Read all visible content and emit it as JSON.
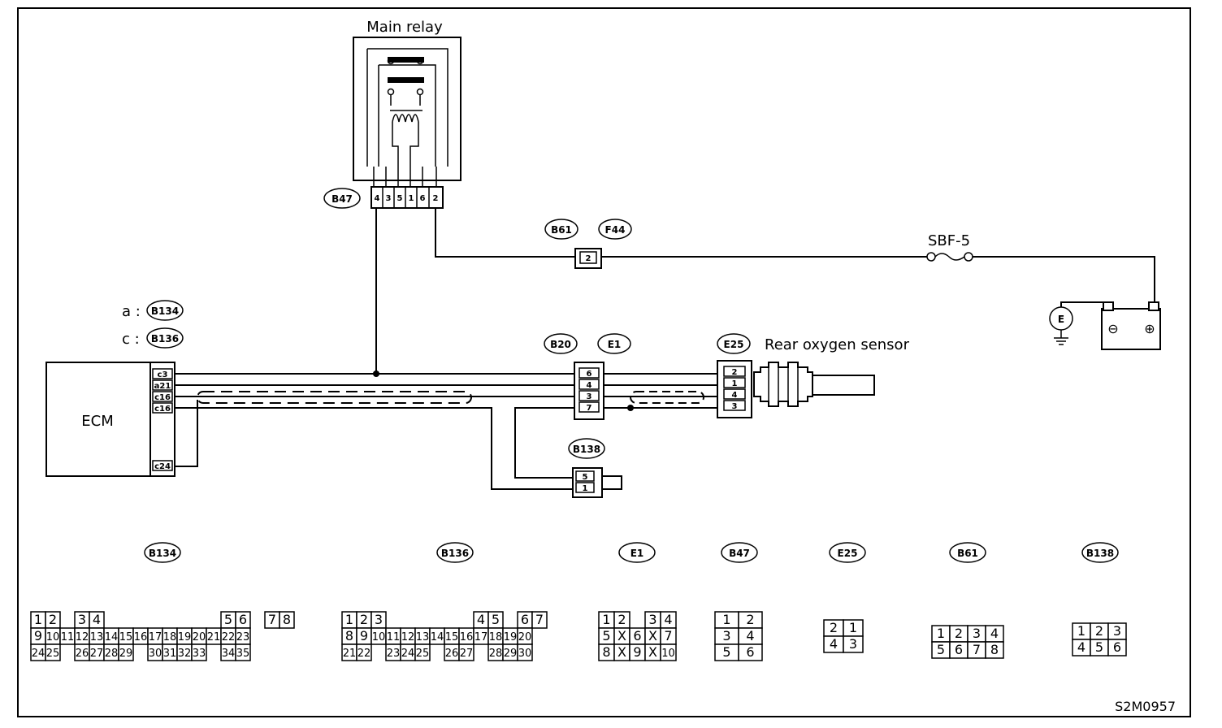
{
  "title": "Main relay",
  "main_relay": {
    "label": "Main relay",
    "connector": "B47"
  },
  "ecm": {
    "label": "ECM",
    "pins": [
      "c3",
      "a21",
      "c16",
      "c16",
      "c24"
    ],
    "connector_legend": [
      {
        "prefix": "a :",
        "connector": "B134"
      },
      {
        "prefix": "c :",
        "connector": "B136"
      }
    ]
  },
  "fuse": {
    "label": "SBF-5"
  },
  "sensor": {
    "label": "Rear oxygen sensor",
    "connector": "E25",
    "pins": [
      "2",
      "1",
      "4",
      "3"
    ]
  },
  "joint_connectors": {
    "b61_f44": {
      "ids": [
        "B61",
        "F44"
      ],
      "pin": "2"
    },
    "b20_e1": {
      "ids": [
        "B20",
        "E1"
      ],
      "pins": [
        "6",
        "4",
        "3",
        "7"
      ]
    },
    "b138": {
      "id": "B138",
      "pins": [
        "5",
        "1"
      ]
    }
  },
  "battery": {
    "minus": "⊖",
    "plus": "⊕",
    "ground": "E"
  },
  "connector_views": [
    {
      "id": "B134",
      "rows": [
        [
          "1",
          "2",
          "",
          "3",
          "4",
          "",
          "",
          "",
          "",
          "",
          "",
          "",
          "",
          "5",
          "6",
          "",
          "7",
          "8"
        ],
        [
          "9",
          "10",
          "11",
          "12",
          "13",
          "14",
          "15",
          "16",
          "17",
          "18",
          "19",
          "20",
          "21",
          "22",
          "23"
        ],
        [
          "24",
          "25",
          "",
          "26",
          "27",
          "28",
          "29",
          "",
          "30",
          "31",
          "32",
          "33",
          "",
          "34",
          "35"
        ]
      ]
    },
    {
      "id": "B136",
      "rows": [
        [
          "1",
          "2",
          "3",
          "",
          "",
          "",
          "",
          "",
          "",
          "4",
          "5",
          "",
          "6",
          "7"
        ],
        [
          "8",
          "9",
          "10",
          "11",
          "12",
          "13",
          "14",
          "15",
          "16",
          "17",
          "18",
          "19",
          "20"
        ],
        [
          "21",
          "22",
          "",
          "23",
          "24",
          "25",
          "",
          "26",
          "27",
          "",
          "28",
          "29",
          "30"
        ]
      ]
    },
    {
      "id": "E1",
      "rows": [
        [
          "1",
          "2",
          "",
          "3",
          "4"
        ],
        [
          "5",
          "X",
          "6",
          "X",
          "7"
        ],
        [
          "8",
          "X",
          "9",
          "X",
          "10"
        ]
      ]
    },
    {
      "id": "B47",
      "rows": [
        [
          "1",
          "2"
        ],
        [
          "3",
          "4"
        ],
        [
          "5",
          "6"
        ]
      ]
    },
    {
      "id": "E25",
      "rows": [
        [
          "2",
          "1"
        ],
        [
          "4",
          "3"
        ]
      ]
    },
    {
      "id": "B61",
      "rows": [
        [
          "1",
          "2",
          "3",
          "4"
        ],
        [
          "5",
          "6",
          "7",
          "8"
        ]
      ]
    },
    {
      "id": "B138",
      "rows": [
        [
          "1",
          "2",
          "3"
        ],
        [
          "4",
          "5",
          "6"
        ]
      ]
    }
  ],
  "figure_code": "S2M0957"
}
